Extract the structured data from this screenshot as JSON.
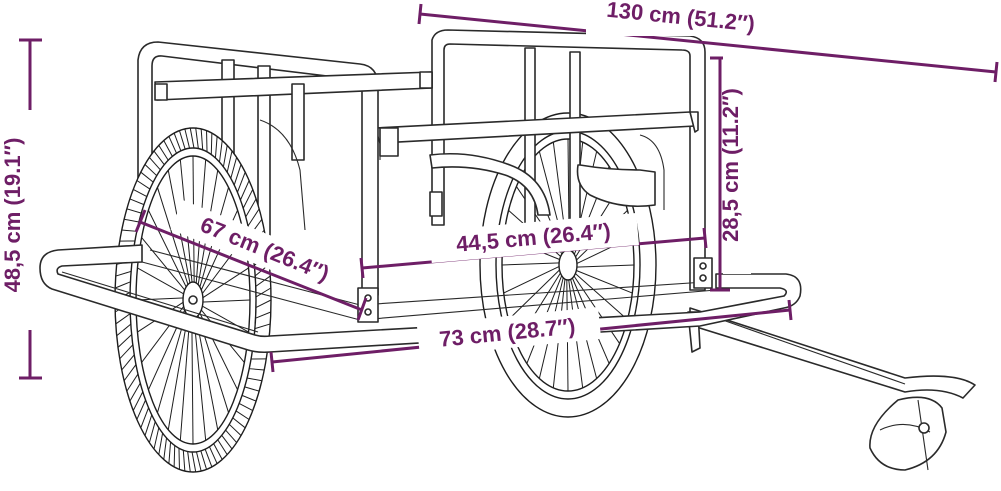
{
  "dimensions": {
    "overall_length": "130 cm (51.2″)",
    "overall_height": "48,5 cm (19.1″)",
    "side_height": "28,5 cm (11.2″)",
    "bed_width": "44,5 cm (26.4″)",
    "bed_depth": "67 cm (26.4″)",
    "frame_length": "73 cm (28.7″)"
  },
  "colors": {
    "dimension": "#6e1e66",
    "outline": "#2a2a2a"
  }
}
